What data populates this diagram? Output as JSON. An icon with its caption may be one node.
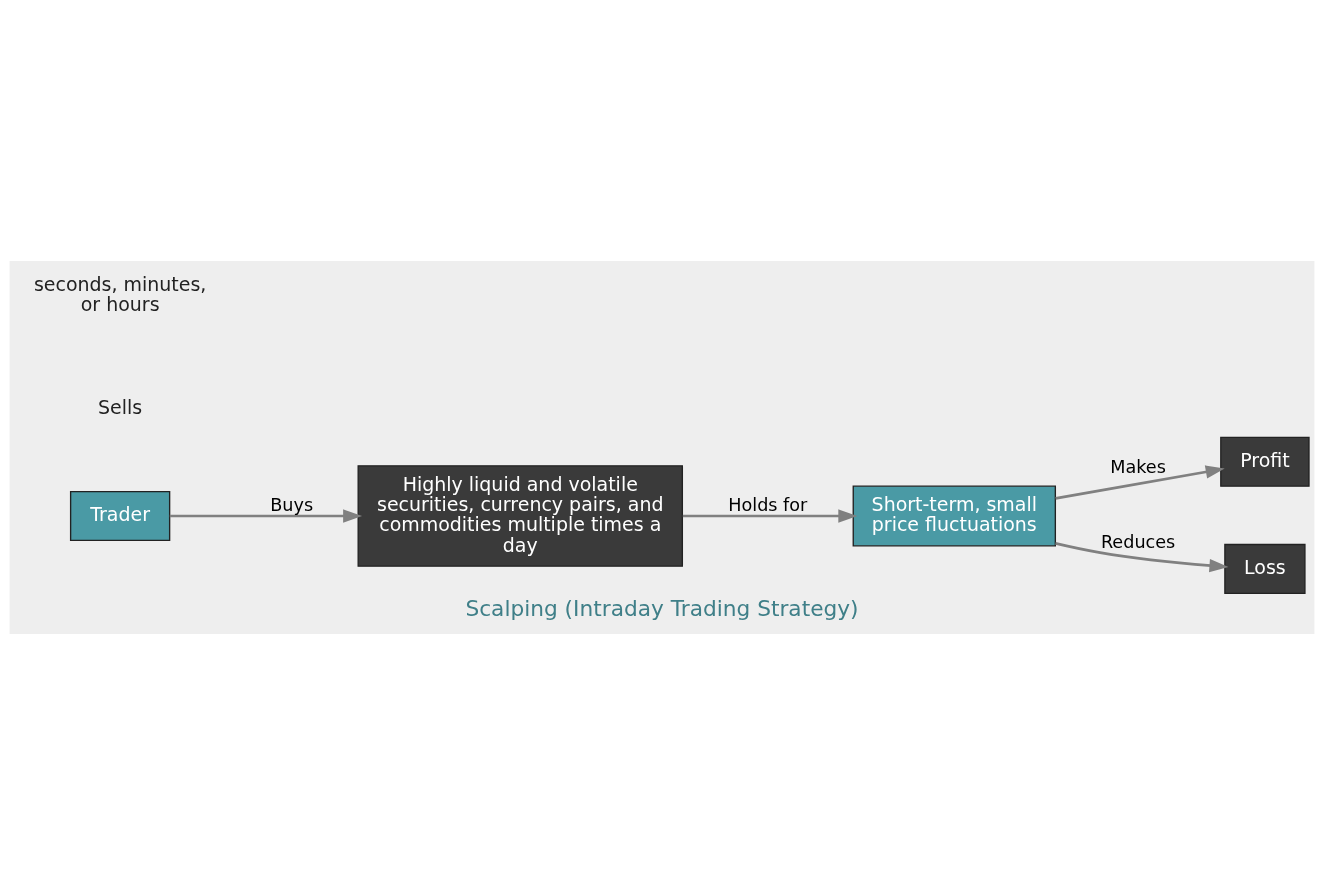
{
  "diagram": {
    "caption": "Scalping (Intraday Trading Strategy)",
    "nodes": [
      {
        "text": [
          "Trader"
        ]
      },
      {
        "text": [
          "Highly liquid and volatile securities, currency pairs, and commodities multiple times a day"
        ]
      },
      {
        "text": [
          "Short-term, small price fluctuations"
        ]
      },
      {
        "text": [
          "Profit"
        ]
      },
      {
        "text": [
          "Loss"
        ]
      }
    ],
    "edges": [
      {
        "from": 0,
        "to": 1,
        "arrow": "to",
        "label": "Buys"
      },
      {
        "from": 1,
        "to": 2,
        "arrow": "to",
        "label": "Holds for"
      },
      {
        "from": 2,
        "to": 3,
        "arrow": "to",
        "label": "Makes"
      },
      {
        "from": 2,
        "to": 4,
        "arrow": "to",
        "label": "Reduces"
      }
    ],
    "labels": [
      "Sells",
      "seconds, minutes, or hours"
    ]
  }
}
